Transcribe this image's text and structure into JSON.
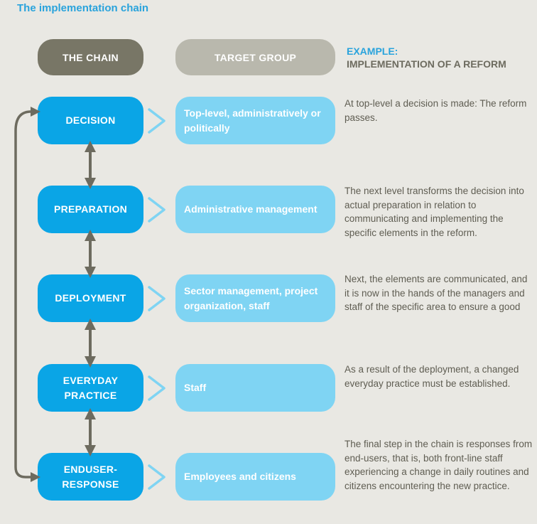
{
  "title": "The implementation chain",
  "headers": {
    "chain": "THE CHAIN",
    "target": "TARGET GROUP",
    "example_label": "EXAMPLE:",
    "example_title": "IMPLEMENTATION OF A REFORM"
  },
  "steps": [
    {
      "chain": "DECISION",
      "target": "Top-level, administratively or politically",
      "desc": "At top-level a decision is made: The reform passes."
    },
    {
      "chain": "PREPARATION",
      "target": "Administrative management",
      "desc": "The next level transforms the decision into actual preparation in relation to communicating and implementing the specific elements in the reform."
    },
    {
      "chain": "DEPLOYMENT",
      "target": "Sector management, project organization, staff",
      "desc": "Next, the elements are communicated, and it is now in the hands of the managers and staff of the specific area to ensure a good"
    },
    {
      "chain": "EVERYDAY PRACTICE",
      "target": "Staff",
      "desc": "As a result of the deployment, a changed everyday practice must be established."
    },
    {
      "chain": "ENDUSER-RESPONSE",
      "target": "Employees and citizens",
      "desc": "The final step in the chain is responses from end-users, that is, both front-line staff experiencing a change in daily routines and citizens encountering the new practice."
    }
  ],
  "colors": {
    "chain_box": "#0aa5e6",
    "target_box": "#7fd4f3",
    "header_chain": "#787666",
    "header_target": "#b9b8ad",
    "accent": "#29a3dc",
    "arrow": "#6d6b5f"
  }
}
